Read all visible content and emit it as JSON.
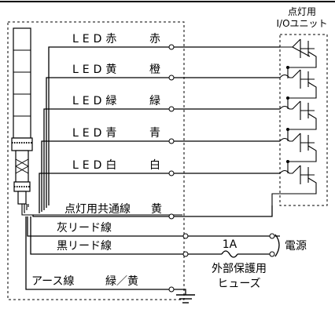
{
  "io_unit": {
    "line1": "点灯用",
    "line2": "I/Oユニット"
  },
  "wires": [
    {
      "name": "LED赤",
      "color": "赤"
    },
    {
      "name": "LED黄",
      "color": "橙"
    },
    {
      "name": "LED緑",
      "color": "緑"
    },
    {
      "name": "LED青",
      "color": "青"
    },
    {
      "name": "LED白",
      "color": "白"
    }
  ],
  "common": {
    "name": "点灯用共通線",
    "color": "黄"
  },
  "power_wires": [
    "灰リード線",
    "黒リード線"
  ],
  "fuse": {
    "rating": "1A",
    "label_line1": "外部保護用",
    "label_line2": "ヒューズ"
  },
  "power_label": "電源",
  "earth": {
    "name": "アース線",
    "color": "緑／黄"
  }
}
